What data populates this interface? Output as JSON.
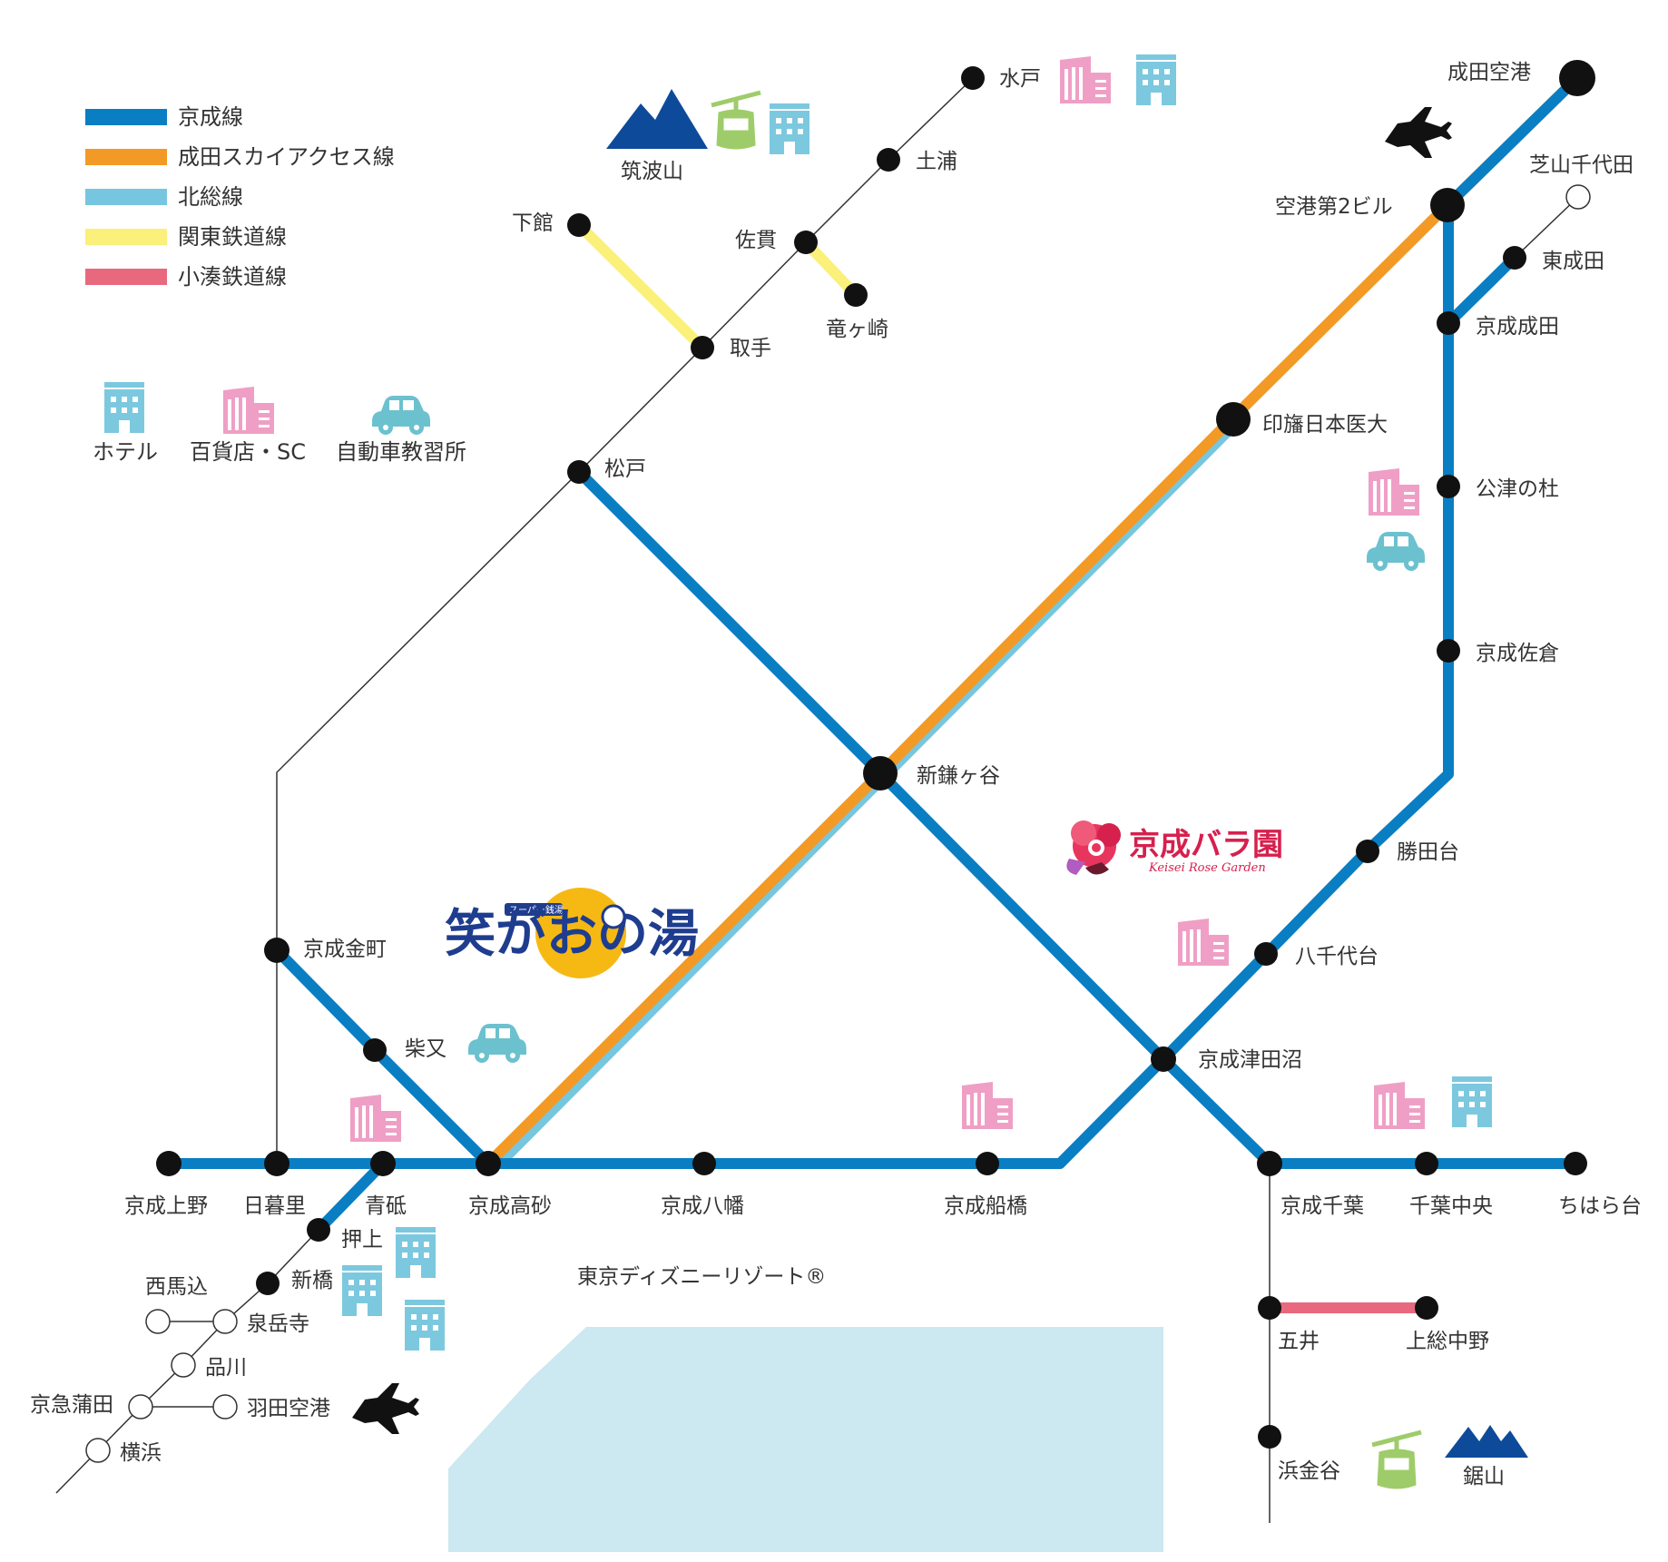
{
  "legend": {
    "lines": [
      {
        "label": "京成線",
        "color": "#0a7ec2"
      },
      {
        "label": "成田スカイアクセス線",
        "color": "#f29a25"
      },
      {
        "label": "北総線",
        "color": "#77c6e0"
      },
      {
        "label": "関東鉄道線",
        "color": "#fbf07a"
      },
      {
        "label": "小湊鉄道線",
        "color": "#e8697e"
      }
    ],
    "icons": [
      {
        "label": "ホテル",
        "icon": "hotel-icon"
      },
      {
        "label": "百貨店・SC",
        "icon": "department-store-icon"
      },
      {
        "label": "自動車教習所",
        "icon": "driving-school-car-icon"
      }
    ]
  },
  "colors": {
    "keisei": "#0a7ec2",
    "skyaccess": "#f29a25",
    "hokuso": "#77c6e0",
    "kantetsu": "#fbf07a",
    "kominato": "#e8697e",
    "thin_line": "#333333",
    "station": "#111111",
    "hotel": "#7cc8df",
    "department_store": "#ef9fc5",
    "car": "#6cc1cf",
    "mountain": "#0d4b9a",
    "ropeway": "#9fcc6a",
    "disney_area": "#cce8f0"
  },
  "stations": {
    "mito": "水戸",
    "tsuchiura": "土浦",
    "shimodate": "下館",
    "sanuki": "佐貫",
    "ryugasaki": "竜ヶ崎",
    "toride": "取手",
    "matsudo": "松戸",
    "narita_airport": "成田空港",
    "airport_t2": "空港第2ビル",
    "shibayama_chiyoda": "芝山千代田",
    "higashi_narita": "東成田",
    "keisei_narita": "京成成田",
    "inba_nichi_idai": "印旛日本医大",
    "kozunomori": "公津の杜",
    "keisei_sakura": "京成佐倉",
    "shin_kamagaya": "新鎌ヶ谷",
    "katsutadai": "勝田台",
    "yachiyodai": "八千代台",
    "keisei_tsudanuma": "京成津田沼",
    "keisei_kanamachi": "京成金町",
    "shibamata": "柴又",
    "keisei_ueno": "京成上野",
    "nippori": "日暮里",
    "aoto": "青砥",
    "keisei_takasago": "京成高砂",
    "keisei_yawata": "京成八幡",
    "keisei_funabashi": "京成船橋",
    "keisei_chiba": "京成千葉",
    "chiba_chuo": "千葉中央",
    "chiharadai": "ちはら台",
    "oshiage": "押上",
    "shimbashi": "新橋",
    "nishi_magome": "西馬込",
    "sengakuji": "泉岳寺",
    "shinagawa": "品川",
    "keikyu_kamata": "京急蒲田",
    "haneda_airport": "羽田空港",
    "yokohama": "横浜",
    "goi": "五井",
    "kazusa_nakano": "上総中野",
    "hamakanaya": "浜金谷"
  },
  "landmarks": {
    "tsukuba": "筑波山",
    "nokogiri": "鋸山",
    "disney": "東京ディズニーリゾート®",
    "rose_garden": "京成バラ園",
    "rose_garden_en": "Keisei Rose Garden",
    "egao_name": "笑がおの湯",
    "egao_tag": "スーパー銭湯"
  }
}
